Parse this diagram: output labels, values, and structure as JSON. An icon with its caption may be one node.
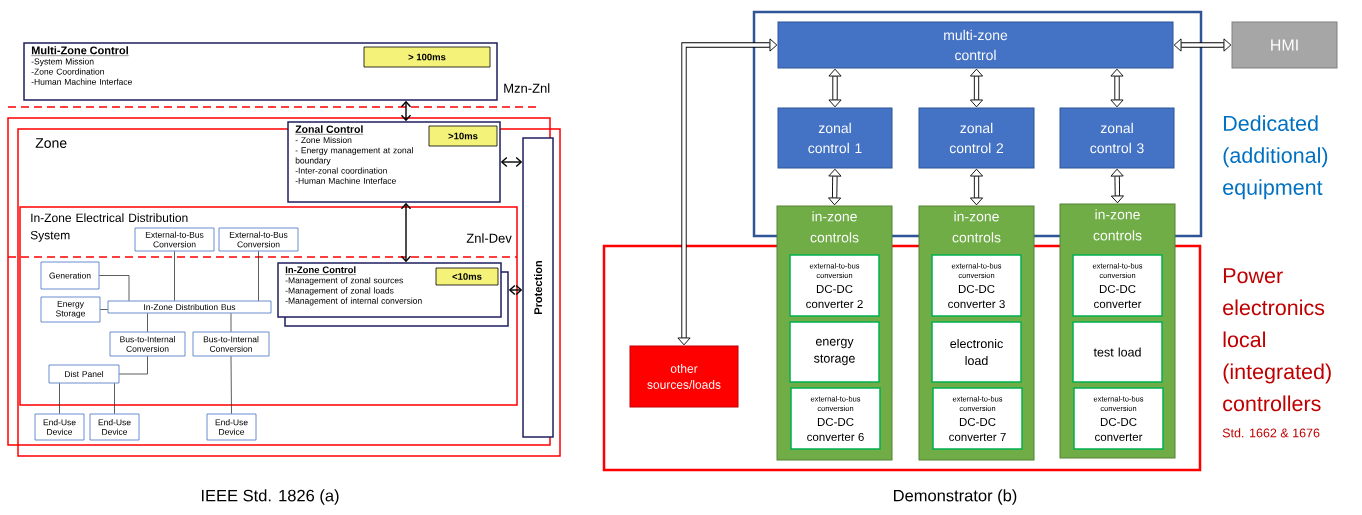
{
  "diagram": {
    "nodes": [
      {
        "text": [
          "Multi-Zone Control",
          "-System Mission",
          "-Zone Coordination",
          "-Human Machine Interface"
        ]
      },
      {
        "text": [
          "> 100ms"
        ],
        "in": 0
      },
      {
        "text": [
          "Zone"
        ]
      },
      {
        "text": [
          "Zonal Control",
          "- Zone Mission",
          "- Energy management at zonal boundary",
          "-Inter-zonal coordination",
          "-Human Machine Interface"
        ],
        "in": 2
      },
      {
        "text": [
          ">10ms"
        ],
        "in": 3
      },
      {
        "text": [
          "Protection"
        ],
        "in": 2
      },
      {
        "text": [
          "In-Zone Electrical Distribution System"
        ],
        "in": 2
      },
      {
        "text": [
          "External-to-Bus Conversion"
        ],
        "in": 6
      },
      {
        "text": [
          "External-to-Bus Conversion"
        ],
        "in": 6
      },
      {
        "text": [
          "In-Zone Control",
          "-Management of zonal sources",
          "-Management of zonal loads",
          "-Management of internal conversion"
        ],
        "in": 6
      },
      {
        "text": [
          "<10ms"
        ],
        "in": 9
      },
      {
        "text": [
          "Generation"
        ],
        "in": 6
      },
      {
        "text": [
          "Energy Storage"
        ],
        "in": 6
      },
      {
        "text": [
          "In-Zone Distribution Bus"
        ],
        "in": 6
      },
      {
        "text": [
          "Bus-to-Internal Conversion"
        ],
        "in": 6
      },
      {
        "text": [
          "Bus-to-Internal Conversion"
        ],
        "in": 6
      },
      {
        "text": [
          "Dist Panel"
        ],
        "in": 6
      },
      {
        "text": [
          "End-Use Device"
        ],
        "in": 2
      },
      {
        "text": [
          "End-Use Device"
        ],
        "in": 2
      },
      {
        "text": [
          "End-Use Device"
        ],
        "in": 2
      },
      {
        "text": [],
        "shape": "box",
        "beside": [
          "Dedicated (additional) equipment"
        ]
      },
      {
        "text": [
          "multi-zone control"
        ],
        "in": 20
      },
      {
        "text": [
          "HMI"
        ]
      },
      {
        "text": [
          "zonal control 1"
        ],
        "in": 20
      },
      {
        "text": [
          "zonal control 2"
        ],
        "in": 20
      },
      {
        "text": [
          "zonal control 3"
        ],
        "in": 20
      },
      {
        "text": [],
        "shape": "box",
        "beside": [
          "Power electronics local (integrated) controllers",
          "Std. 1662 & 1676"
        ]
      },
      {
        "text": [
          "other sources/loads"
        ],
        "in": 26
      },
      {
        "text": [
          "in-zone controls"
        ]
      },
      {
        "text": [
          "external-to-bus conversion",
          "DC-DC converter 2"
        ],
        "in": 28
      },
      {
        "text": [
          "energy storage"
        ],
        "in": 28
      },
      {
        "text": [
          "external-to-bus conversion",
          "DC-DC converter 6"
        ],
        "in": 28
      },
      {
        "text": [
          "in-zone controls"
        ]
      },
      {
        "text": [
          "external-to-bus conversion",
          "DC-DC converter 3"
        ],
        "in": 32
      },
      {
        "text": [
          "electronic load"
        ],
        "in": 32
      },
      {
        "text": [
          "external-to-bus conversion",
          "DC-DC converter 7"
        ],
        "in": 32
      },
      {
        "text": [
          "in-zone controls"
        ]
      },
      {
        "text": [
          "external-to-bus conversion",
          "DC-DC converter"
        ],
        "in": 36
      },
      {
        "text": [
          "test load"
        ],
        "in": 36
      },
      {
        "text": [
          "external-to-bus conversion",
          "DC-DC converter"
        ],
        "in": 36
      }
    ],
    "edges": [
      {
        "from": 0,
        "to": 3,
        "arrow": "both"
      },
      {
        "from": 3,
        "to": 5,
        "arrow": "both"
      },
      {
        "from": 3,
        "to": 9,
        "arrow": "both"
      },
      {
        "from": 9,
        "to": 5,
        "arrow": "both"
      },
      {
        "from": 11,
        "to": 13,
        "arrow": "none"
      },
      {
        "from": 12,
        "to": 13,
        "arrow": "none"
      },
      {
        "from": 7,
        "to": 13,
        "arrow": "none"
      },
      {
        "from": 8,
        "to": 13,
        "arrow": "none"
      },
      {
        "from": 13,
        "to": 14,
        "arrow": "none"
      },
      {
        "from": 13,
        "to": 15,
        "arrow": "none"
      },
      {
        "from": 14,
        "to": 16,
        "arrow": "none"
      },
      {
        "from": 16,
        "to": 17,
        "arrow": "none"
      },
      {
        "from": 16,
        "to": 18,
        "arrow": "none"
      },
      {
        "from": 15,
        "to": 19,
        "arrow": "none"
      },
      {
        "from": 27,
        "to": 21,
        "arrow": "both",
        "style": "thick"
      },
      {
        "from": 21,
        "to": 22,
        "arrow": "both",
        "style": "thick"
      },
      {
        "from": 21,
        "to": 23,
        "arrow": "both",
        "style": "thick"
      },
      {
        "from": 21,
        "to": 24,
        "arrow": "both",
        "style": "thick"
      },
      {
        "from": 21,
        "to": 25,
        "arrow": "both",
        "style": "thick"
      },
      {
        "from": 23,
        "to": 28,
        "arrow": "both",
        "style": "thick"
      },
      {
        "from": 24,
        "to": 32,
        "arrow": "both",
        "style": "thick"
      },
      {
        "from": 25,
        "to": 36,
        "arrow": "both",
        "style": "thick"
      }
    ],
    "labels": [
      "Mzn-Znl",
      "Znl-Dev",
      "IEEE Std. 1826 (a)",
      "Demonstrator (b)"
    ]
  }
}
